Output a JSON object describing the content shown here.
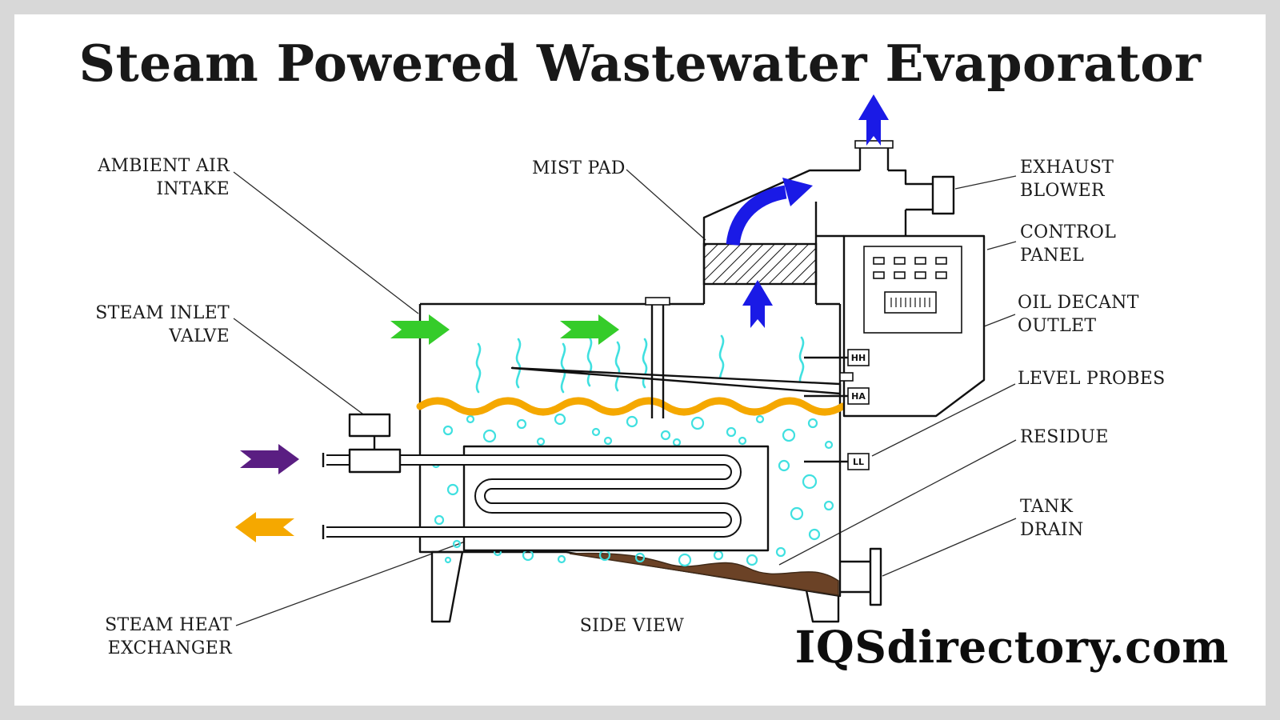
{
  "page": {
    "title": "Steam Powered Wastewater Evaporator",
    "view_label": "SIDE VIEW",
    "watermark": "IQSdirectory.com"
  },
  "labels": {
    "ambient_air_intake": "AMBIENT AIR\nINTAKE",
    "mist_pad": "MIST PAD",
    "exhaust_blower": "EXHAUST\nBLOWER",
    "control_panel": "CONTROL\nPANEL",
    "oil_decant_outlet": "OIL DECANT\nOUTLET",
    "level_probes": "LEVEL PROBES",
    "residue": "RESIDUE",
    "tank_drain": "TANK\nDRAIN",
    "steam_inlet_valve": "STEAM INLET\nVALVE",
    "steam_heat_exchanger": "STEAM HEAT\nEXCHANGER"
  },
  "probes": {
    "high_high": "HH",
    "high_alarm": "HA",
    "low_low": "LL"
  },
  "colors": {
    "air_arrow": "#35cc2a",
    "vapor_arrow": "#1a1ae6",
    "steam_in_arrow": "#5a1e82",
    "condensate_arrow": "#f5a800",
    "water_line": "#f5a800",
    "bubbles": "#40e0e0",
    "residue": "#6b4226",
    "line": "#111111"
  }
}
